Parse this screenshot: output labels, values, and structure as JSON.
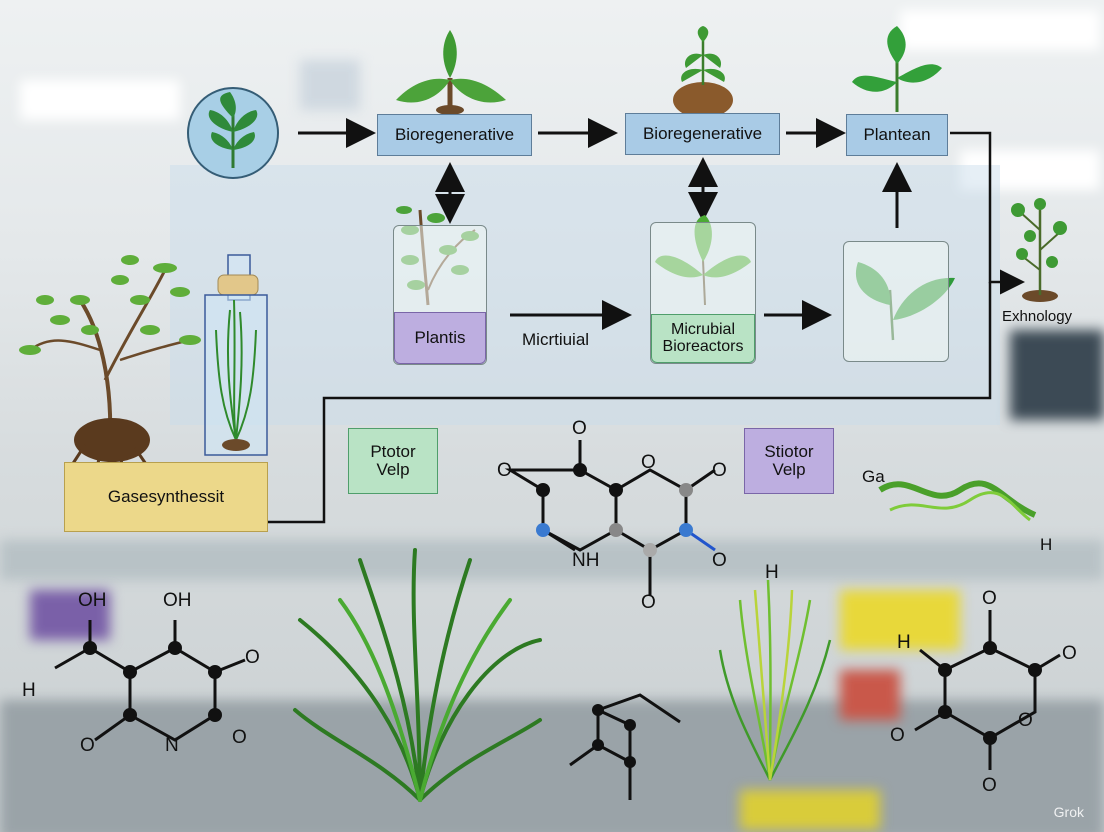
{
  "boxes": {
    "bioregen1": "Bioregenerative",
    "bioregen2": "Bioregenerative",
    "plantean": "Plantean",
    "plantis": "Plantis",
    "microbial": "Micrubial\nBioreactors",
    "ptotor": "Ptotor\nVelp",
    "stiotor": "Stiotor\nVelp",
    "gasesynth": "Gasesynthessit"
  },
  "labels": {
    "micrtiuial": "Micrtiuial",
    "exhnology": "Exhnology",
    "ga": "Ga",
    "h_right": "H"
  },
  "atoms": {
    "c1": [
      "O",
      "O",
      "O",
      "O",
      "NH",
      "O",
      "O"
    ],
    "c2": [
      "OH",
      "OH",
      "H",
      "O",
      "O",
      "N",
      "O"
    ],
    "c3": [
      "H",
      "O",
      "O",
      "O",
      "O",
      "O"
    ],
    "c4": [
      "H"
    ]
  },
  "watermark": "Grok",
  "colors": {
    "blue_box": "#a9cbe6",
    "green_box": "#b9e3c5",
    "purple_box": "#bdaee0",
    "tan_box": "#ecd88a"
  }
}
